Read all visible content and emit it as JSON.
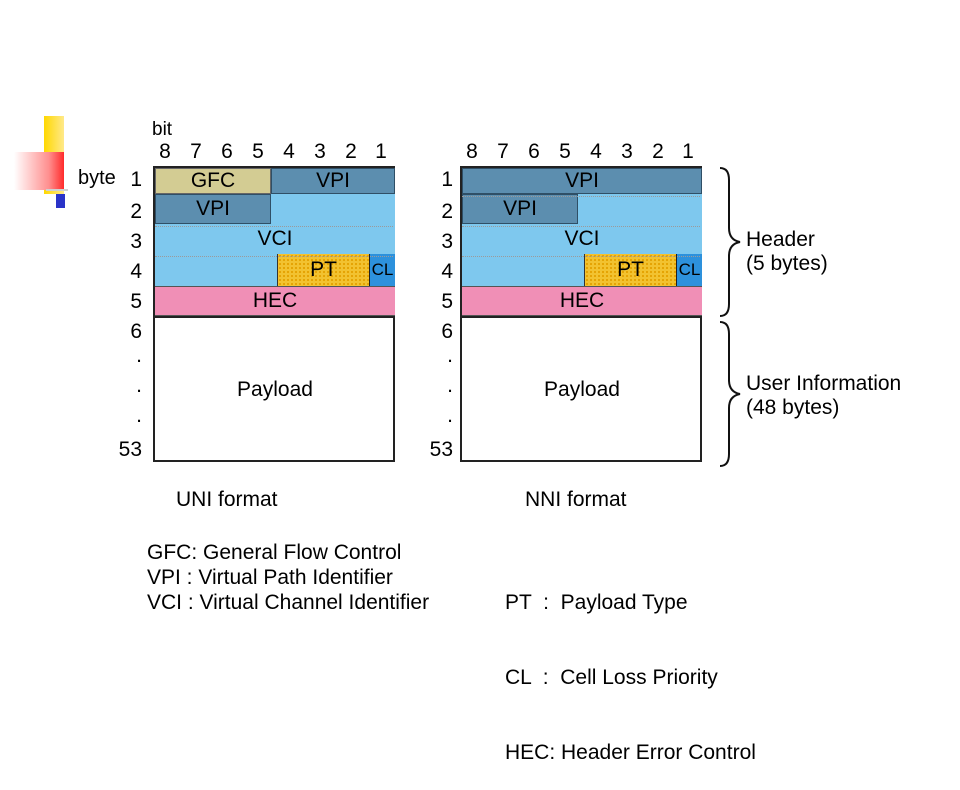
{
  "uni": {
    "bit_label": "bit",
    "byte_label": "byte",
    "bits": [
      "8",
      "7",
      "6",
      "5",
      "4",
      "3",
      "2",
      "1"
    ],
    "rows": [
      "1",
      "2",
      "3",
      "4",
      "5",
      "6",
      "53"
    ],
    "dots": [
      ".",
      ".",
      "."
    ],
    "fields": {
      "gfc": "GFC",
      "vpi1": "VPI",
      "vpi2": "VPI",
      "vci": "VCI",
      "pt": "PT",
      "cl": "CL",
      "hec": "HEC",
      "payload": "Payload"
    },
    "caption": "UNI format"
  },
  "nni": {
    "bits": [
      "8",
      "7",
      "6",
      "5",
      "4",
      "3",
      "2",
      "1"
    ],
    "rows": [
      "1",
      "2",
      "3",
      "4",
      "5",
      "6",
      "53"
    ],
    "dots": [
      ".",
      ".",
      "."
    ],
    "fields": {
      "vpi1": "VPI",
      "vpi2": "VPI",
      "vci": "VCI",
      "pt": "PT",
      "cl": "CL",
      "hec": "HEC",
      "payload": "Payload"
    },
    "caption": "NNI format"
  },
  "side": {
    "header": [
      "Header",
      "(5 bytes)"
    ],
    "user": [
      "User Information",
      "(48 bytes)"
    ]
  },
  "legend": {
    "left": [
      "GFC: General Flow Control",
      "VPI : Virtual Path Identifier",
      "VCI : Virtual Channel Identifier"
    ],
    "right": [
      "PT  :  Payload Type",
      "CL  :  Cell Loss Priority",
      "HEC: Header Error Control"
    ]
  }
}
